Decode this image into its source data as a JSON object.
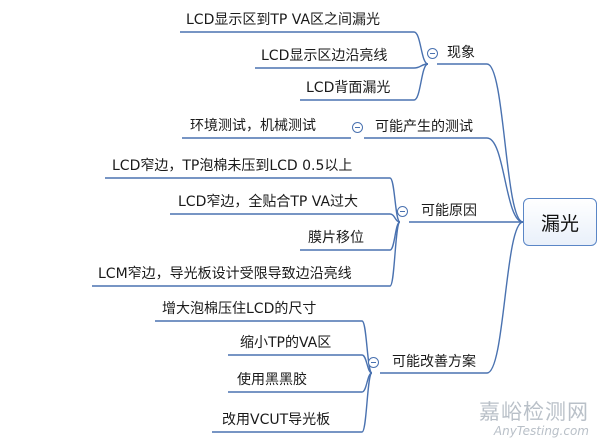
{
  "root": {
    "label": "漏光"
  },
  "branches": [
    {
      "label": "现象",
      "children": [
        "LCD显示区到TP VA区之间漏光",
        "LCD显示区边沿亮线",
        "LCD背面漏光"
      ]
    },
    {
      "label": "可能产生的测试",
      "children": [
        "环境测试，机械测试"
      ]
    },
    {
      "label": "可能原因",
      "children": [
        "LCD窄边，TP泡棉未压到LCD 0.5以上",
        "LCD窄边，全贴合TP VA过大",
        "膜片移位",
        "LCM窄边，导光板设计受限导致边沿亮线"
      ]
    },
    {
      "label": "可能改善方案",
      "children": [
        "增大泡棉压住LCD的尺寸",
        "缩小TP的VA区",
        "使用黑黑胶",
        "改用VCUT导光板"
      ]
    }
  ],
  "watermark": {
    "cn": "嘉峪检测网",
    "en": "AnyTesting.com"
  },
  "colors": {
    "line": "#4a72b0",
    "root_border": "#5a86c6",
    "watermark": "#b9c0c8"
  }
}
